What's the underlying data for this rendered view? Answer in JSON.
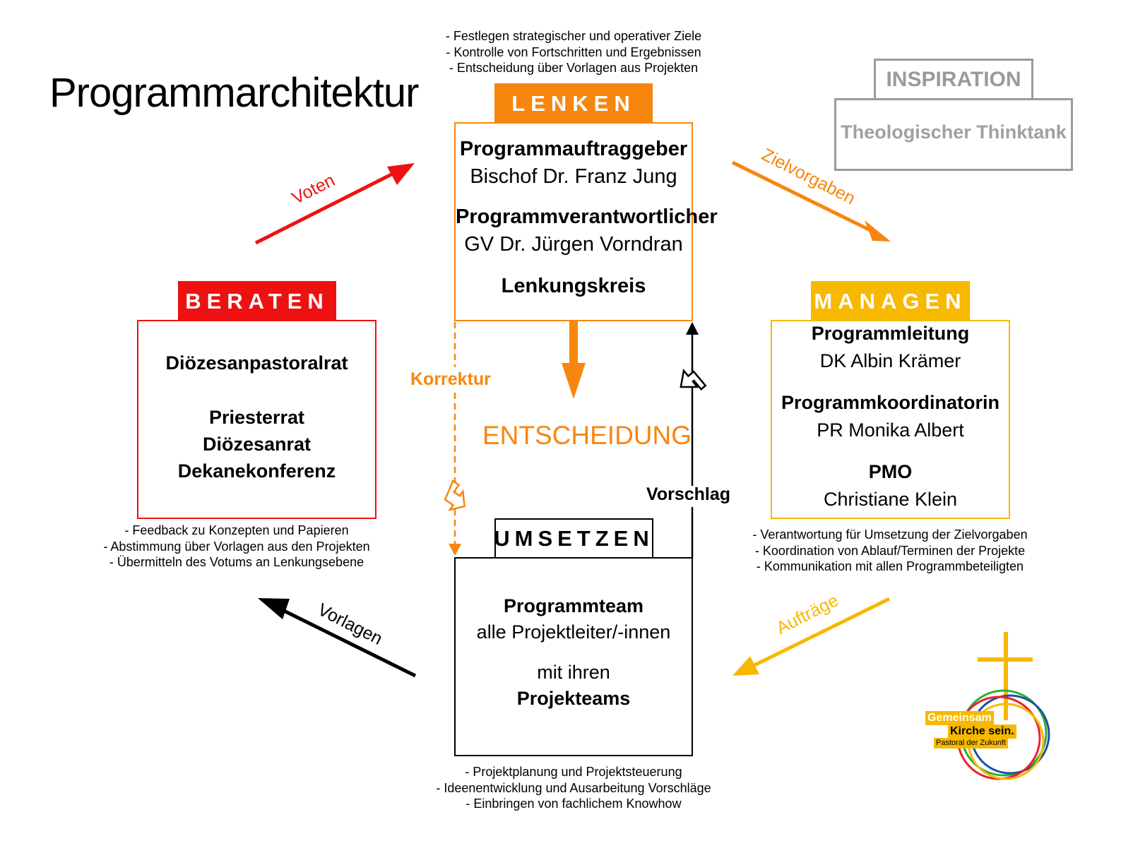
{
  "title": "Programmarchitektur",
  "colors": {
    "lenken": "#f7860f",
    "beraten": "#ee1111",
    "managen": "#f7b800",
    "umsetzen": "#000000",
    "inspiration": "#9a9a9a",
    "voten": "#ee1111"
  },
  "lenken": {
    "tab": "LENKEN",
    "bullets": [
      "- Festlegen strategischer und operativer Ziele",
      "- Kontrolle von Fortschritten und Ergebnissen",
      "- Entscheidung über Vorlagen aus Projekten"
    ],
    "role1_title": "Programmauftraggeber",
    "role1_name": "Bischof Dr. Franz Jung",
    "role2_title": "Programmverantwortlicher",
    "role2_name": "GV Dr. Jürgen Vorndran",
    "role3_title": "Lenkungskreis"
  },
  "beraten": {
    "tab": "BERATEN",
    "item1": "Diözesanpastoralrat",
    "item2": "Priesterrat",
    "item3": "Diözesanrat",
    "item4": "Dekanekonferenz",
    "bullets": [
      "- Feedback zu Konzepten und Papieren",
      "- Abstimmung über Vorlagen aus den Projekten",
      "- Übermitteln des Votums an Lenkungsebene"
    ]
  },
  "managen": {
    "tab": "MANAGEN",
    "role1_title": "Programmleitung",
    "role1_name": "DK Albin Krämer",
    "role2_title": "Programmkoordinatorin",
    "role2_name": "PR Monika Albert",
    "role3_title": "PMO",
    "role3_name": "Christiane Klein",
    "bullets": [
      "- Verantwortung für Umsetzung der Zielvorgaben",
      "- Koordination von Ablauf/Terminen der Projekte",
      "- Kommunikation mit allen Programmbeteiligten"
    ]
  },
  "umsetzen": {
    "tab": "UMSETZEN",
    "line1": "Programmteam",
    "line2": "alle Projektleiter/-innen",
    "line3": "mit ihren",
    "line4": "Projekteams",
    "bullets": [
      "- Projektplanung und Projektsteuerung",
      "- Ideenentwicklung und Ausarbeitung Vorschläge",
      "- Einbringen von fachlichem Knowhow"
    ]
  },
  "inspiration": {
    "tab": "INSPIRATION",
    "body": "Theologischer Thinktank"
  },
  "arrows": {
    "voten": "Voten",
    "zielvorgaben": "Zielvorgaben",
    "vorlagen": "Vorlagen",
    "auftraege": "Aufträge",
    "korrektur": "Korrektur",
    "vorschlag": "Vorschlag",
    "entscheidung": "ENTSCHEIDUNG"
  },
  "logo": {
    "line1": "Gemeinsam",
    "line2": "Kirche sein.",
    "line3": "Pastoral der Zukunft"
  }
}
